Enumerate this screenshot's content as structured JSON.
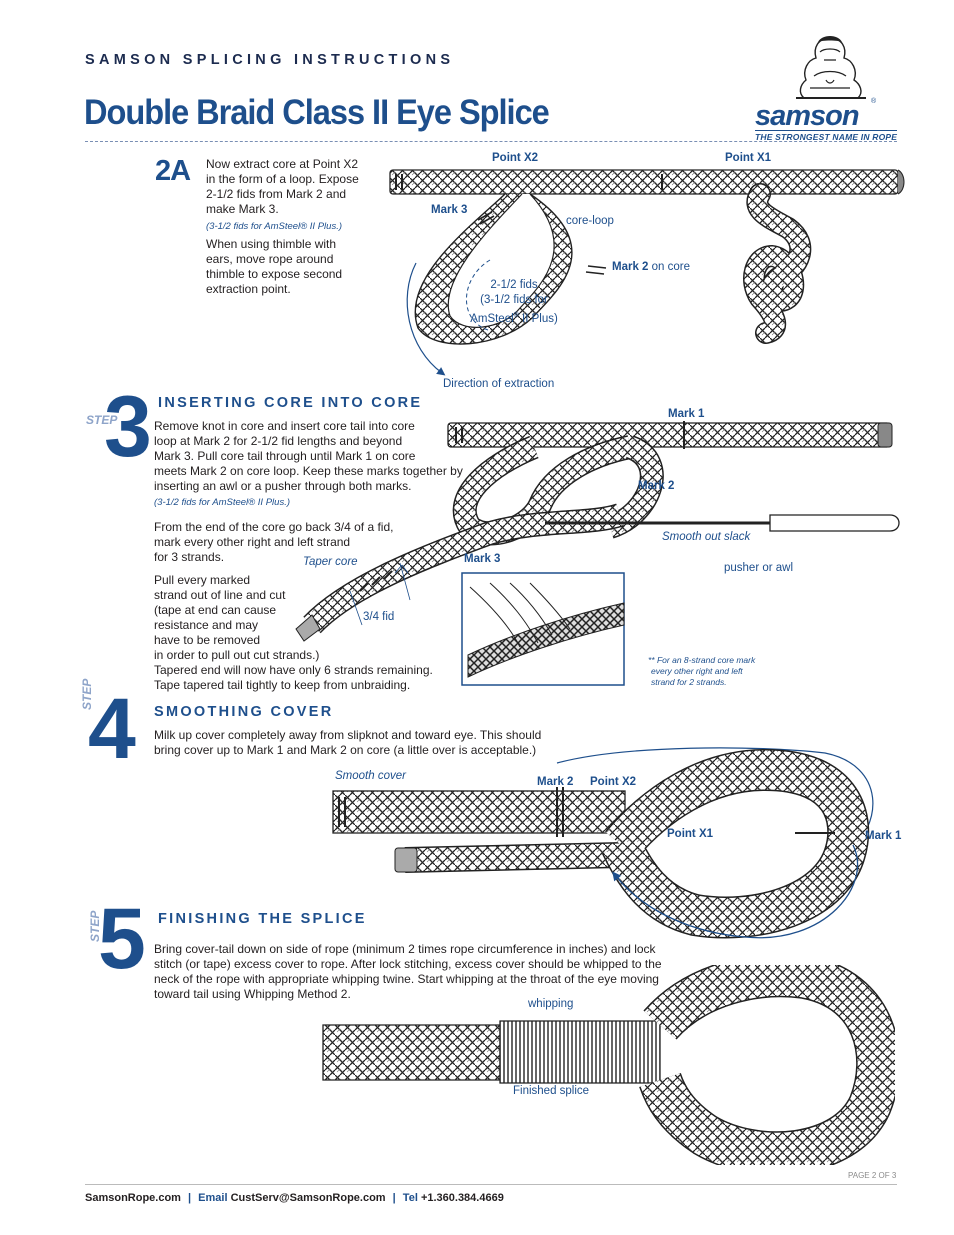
{
  "header": {
    "kicker": "SAMSON SPLICING INSTRUCTIONS",
    "title": "Double Braid Class II Eye Splice",
    "logo_word": "samson",
    "logo_reg": "®",
    "tagline": "THE STRONGEST NAME IN ROPE"
  },
  "step2a": {
    "number": "2A",
    "text1": "Now extract core at Point X2",
    "text2": "in the form of a loop. Expose",
    "text3": "2-1/2 fids from Mark 2 and",
    "text4": "make Mark 3.",
    "note": "(3-1/2 fids for AmSteel® II Plus.)",
    "text5": "When using thimble with",
    "text6": "ears, move rope around",
    "text7": "thimble to expose second",
    "text8": "extraction point.",
    "labels": {
      "point_x2": "Point X2",
      "point_x1": "Point X1",
      "mark3": "Mark 3",
      "core_loop": "core-loop",
      "mark2": "Mark 2",
      "on_core": "on core",
      "fids1": "2-1/2 fids",
      "fids2": "(3-1/2 fids for",
      "fids3": "AmSteel",
      "fids3_reg": "®",
      "fids3_tail": " II Plus)",
      "direction": "Direction of extraction"
    }
  },
  "step3": {
    "tag": "STEP",
    "number": "3",
    "heading": "INSERTING CORE INTO CORE",
    "p1": [
      "Remove knot in core and insert core tail into core",
      "loop at Mark 2 for 2-1/2 fid lengths and beyond",
      "Mark 3. Pull core tail through until Mark 1 on core",
      " meets Mark 2 on core loop. Keep these marks together by",
      "inserting an awl or a pusher through both marks."
    ],
    "note": "(3-1/2 fids for AmSteel® II Plus.)",
    "p2": [
      "From the end of the core go back 3/4 of a fid,",
      "mark every other right and left strand",
      "for 3 strands."
    ],
    "p3": [
      "Pull every marked",
      "strand out of line and cut",
      "(tape at end can cause",
      "resistance and may",
      " have to be removed",
      "in order to pull out cut strands.)",
      "Tapered end will now have only 6 strands remaining.",
      "Tape tapered tail tightly to keep from unbraiding."
    ],
    "labels": {
      "mark1": "Mark 1",
      "mark2": "Mark 2",
      "mark3": "Mark 3",
      "smooth": "Smooth out slack",
      "pusher": "pusher or awl",
      "taper": "Taper core",
      "fid": "3/4 fid",
      "footnote1": "** For an 8-strand core mark",
      "footnote2": "every other right and left",
      "footnote3": "strand for 2 strands."
    }
  },
  "step4": {
    "tag": "STEP",
    "number": "4",
    "heading": "SMOOTHING COVER",
    "p1": [
      "Milk up cover completely away from slipknot and toward eye. This should",
      "bring cover up to Mark 1 and Mark 2 on core (a little over is acceptable.)"
    ],
    "labels": {
      "smooth_cover": "Smooth cover",
      "mark2": "Mark 2",
      "point_x2": "Point X2",
      "point_x1": "Point X1",
      "mark1": "Mark 1"
    }
  },
  "step5": {
    "tag": "STEP",
    "number": "5",
    "heading": "FINISHING THE SPLICE",
    "p1": [
      "Bring cover-tail down on side of rope (minimum 2 times rope circumference in inches) and lock",
      "stitch (or tape) excess cover to rope. After lock stitching, excess cover should be whipped to the",
      "neck of the rope with appropriate whipping twine. Start whipping at the throat of the eye moving",
      "toward tail using Whipping Method 2."
    ],
    "labels": {
      "whipping": "whipping",
      "finished": "Finished splice"
    }
  },
  "footer": {
    "site": "SamsonRope.com",
    "sep1": "|",
    "email_label": "Email",
    "email": "CustServ@SamsonRope.com",
    "sep2": "|",
    "tel_label": "Tel",
    "tel": "+1.360.384.4669",
    "page": "PAGE 2 OF 3"
  },
  "colors": {
    "brand_blue": "#1e4f8c",
    "text": "#231f20",
    "light_blue": "#8ea4c9"
  }
}
